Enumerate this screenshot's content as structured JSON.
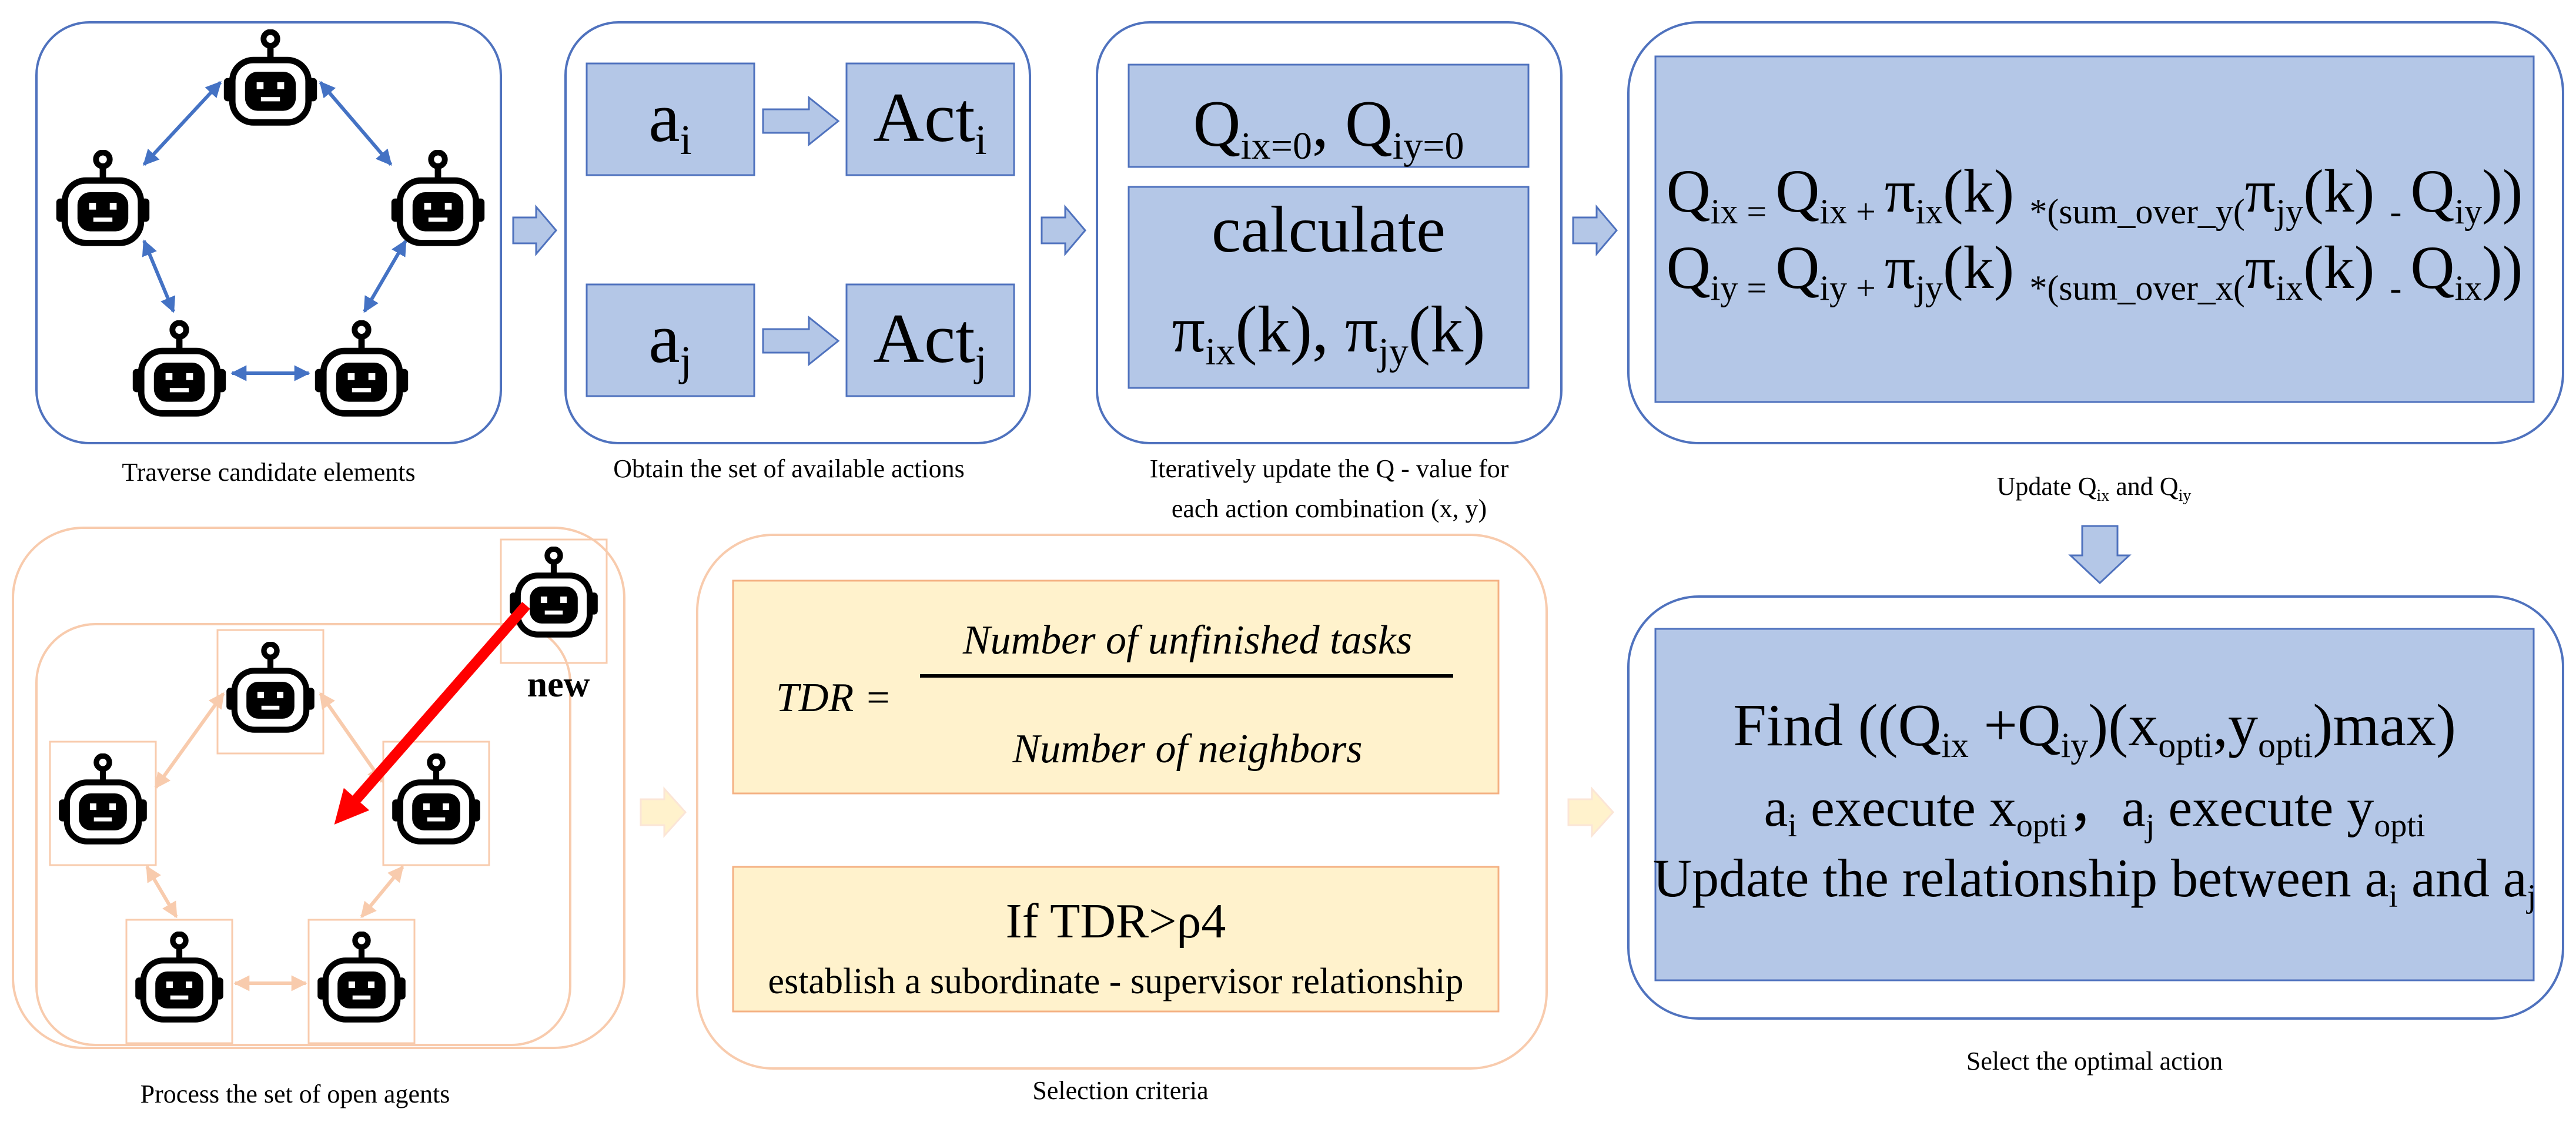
{
  "colors": {
    "blue_stroke": "#4f72be",
    "blue_fill": "#b4c7e7",
    "blue_arrow": "#4472c4",
    "orange_stroke": "#f8cbad",
    "orange_fill": "#fff2cc",
    "orange_box_stroke": "#f4b183",
    "red_arrow": "#ff0000",
    "peach_arrow": "#fbe5d6"
  },
  "icons": {
    "agent": "robot-icon",
    "flow": "block-arrow-icon"
  },
  "panel1": {
    "caption": "Traverse candidate elements"
  },
  "panel2": {
    "caption": "Obtain the set of available actions",
    "ai": "a",
    "ai_sub": "i",
    "acti": "Act",
    "acti_sub": "i",
    "aj": "a",
    "aj_sub": "j",
    "actj": "Act",
    "actj_sub": "j"
  },
  "panel3": {
    "caption_line1": "Iteratively update the Q - value for",
    "caption_line2": "each action combination (x, y)",
    "init": {
      "q1": "Q",
      "q1_sub": "ix=0",
      "sep": ", ",
      "q2": "Q",
      "q2_sub": "iy=0"
    },
    "calc_word": "calculate",
    "calc": {
      "p1": "π",
      "p1_sub": "ix",
      "p1_tail": "(k)",
      "sep": ", ",
      "p2": "π",
      "p2_sub": "jy",
      "p2_tail": "(k)"
    }
  },
  "panel4": {
    "caption": {
      "pre": "Update Q",
      "sub1": "ix",
      "mid": " and Q",
      "sub2": "iy"
    },
    "eq1": {
      "lhs": "Q",
      "lhs_sub": "ix",
      "eq": " = ",
      "q": "Q",
      "q_sub": "ix",
      "plus": " + ",
      "pi": "π",
      "pi_sub": "ix",
      "k": "(k) ",
      "times": "*(sum_over_y(",
      "pi2": "π",
      "pi2_sub": "jy",
      "k2": "(k) ",
      "minus": "- ",
      "q2": "Q",
      "q2_sub": "iy",
      "close": "))"
    },
    "eq2": {
      "lhs": "Q",
      "lhs_sub": "iy",
      "eq": " = ",
      "q": "Q",
      "q_sub": "iy",
      "plus": " + ",
      "pi": "π",
      "pi_sub": "jy",
      "k": "(k) ",
      "times": "*(sum_over_x(",
      "pi2": "π",
      "pi2_sub": "ix",
      "k2": "(k) ",
      "minus": "- ",
      "q2": "Q",
      "q2_sub": "ix",
      "close": "))"
    }
  },
  "panel5": {
    "caption": "Process the set of open agents",
    "new_label": "new"
  },
  "panel6": {
    "caption": "Selection criteria",
    "tdr_lhs": "TDR =",
    "numerator": "Number of unfinished tasks",
    "denominator": "Number of neighbors",
    "condition": "If TDR>ρ4",
    "action": "establish a subordinate - supervisor relationship"
  },
  "panel7": {
    "caption": "Select the optimal action",
    "find": {
      "pre": "Find ((Q",
      "s1": "ix",
      "plus": " +Q",
      "s2": "iy",
      "mid": ")(x",
      "s3": "opti",
      "comma": ",y",
      "s4": "opti",
      "post": ")max)"
    },
    "exec": {
      "a1": "a",
      "a1_sub": "i",
      "t1": " execute x",
      "t1_sub": "opti",
      "sep": "，",
      "a2": "a",
      "a2_sub": "j",
      "t2": " execute y",
      "t2_sub": "opti"
    },
    "rel": {
      "pre": "Update the relationship between a",
      "sub1": "i",
      "mid": " and a",
      "sub2": "j"
    }
  }
}
